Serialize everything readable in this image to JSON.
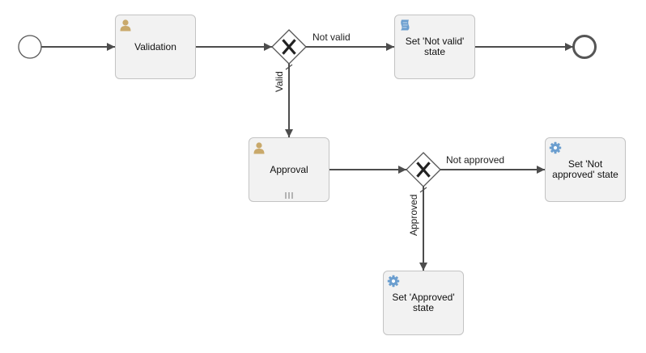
{
  "tasks": {
    "validation": {
      "label": "Validation",
      "icon": "user-icon"
    },
    "set_not_valid": {
      "label": "Set 'Not valid'\nstate",
      "icon": "script-icon"
    },
    "approval": {
      "label": "Approval",
      "icon": "user-icon",
      "marker": "multi-instance"
    },
    "set_not_approved": {
      "label": "Set 'Not\napproved' state",
      "icon": "gear-icon"
    },
    "set_approved": {
      "label": "Set 'Approved'\nstate",
      "icon": "gear-icon"
    }
  },
  "flows": {
    "not_valid": "Not valid",
    "valid": "Valid",
    "not_approved": "Not approved",
    "approved": "Approved"
  },
  "colors": {
    "task_fill": "#f2f2f2",
    "task_border": "#c3c3c3",
    "line": "#4d4d4d",
    "user_icon": "#c9a96b",
    "gear_icon": "#6b9ecf",
    "script_icon": "#6b9ecf"
  }
}
